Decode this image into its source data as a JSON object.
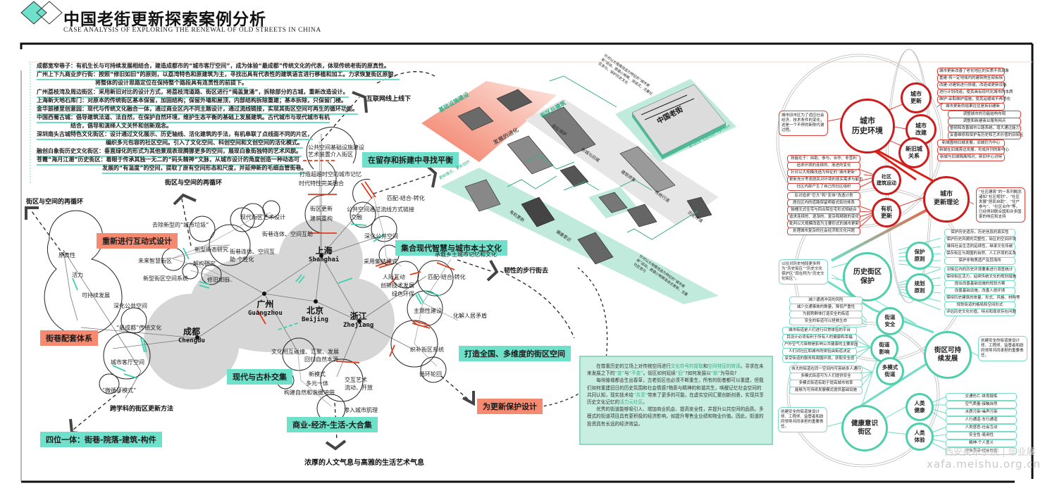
{
  "header": {
    "title": "中国老街更新探索案例分析",
    "subtitle": "CASE ANALYSIS OF EXPLORING THE RENEWAL OF OLD STREETS IN CHINA",
    "logo_icon": "double-diamond-icon"
  },
  "case_list": [
    "成都宽窄巷子：有机生长与可持续发展相结合，建造成都市的“城市客厅空间”，成为体验“最成都”传统文化的代表，体现传统老街的原真性。",
    "广州上下九商业步行街：按照“修旧如旧”的原则，以荔湾特色和原建筑为主，寻找出具有代表性的建筑语言进行移植和加工。力求恢复街区原貌，",
    "将整体的设计思路定位在保持整个路段具有连贯性的前提下。",
    "广州荔枝湾及周边街区：采用新旧对比的设计方式，将荔枝湾道路、街区进行“揭盖复涌”，拆除部分的古城，重新改造设计。",
    "上海新天地石库门：对原本的传统街区基本保留，加固结构；保留外墙和屋顶，内部结构拆除重建；基本拆除，只保留门楼。",
    "金华鼓楼里创意园：现代与传统文化融合一体，通过商业区内不同主题设计，通过流线链接，实现其街区空间可再生的循环功能。",
    "中国西蜀古城：倡导建筑法道、法自然，在保护自然环境，维护生态平衡的基础上发展建筑。古代城市与现代城市有机",
    "结合，倡导和演绎人文关怀和创新观念。",
    "深圳南头古城特色文化街区：设计通过文化展示、历史轴线、活化建筑的手法，有机串联了点线面不同的片区，",
    "编织多元包容的社区空间。引入了文化空间、科创空间和文创空间的活化模式。",
    "融创白象街历史文化街区：垂直绿化的形式为其他景观表现腾挪更多的空间，展现白象街独特的艺术风貌。",
    "苍霞“海月江潮”历史街区：着眼于传承其独一无二的“码头精神”文脉，从城市设计的角度创造一种动态可",
    "发展的“有温度”的空间，提取了原有空间形态和尺度，并延伸新的毛细血管街巷。"
  ],
  "cities": [
    {
      "zh": "上海",
      "en": "Shanghai"
    },
    {
      "zh": "广州",
      "en": "Guangzhou"
    },
    {
      "zh": "北京",
      "en": "Beijing"
    },
    {
      "zh": "浙江",
      "en": "Zhejiang"
    },
    {
      "zh": "成都",
      "en": "Chengdu"
    }
  ],
  "tags": {
    "interactive_design": "重新进行互动式设计",
    "street_system": "街巷配套体系",
    "four_in_one": "四位一体：街巷-院落-建筑-构件",
    "modern_ancient": "现代与古朴交集",
    "commerce": "商业-经济-生活-大合集",
    "balance": "在留存和拆建中寻找平衡",
    "wisdom": "集合现代智慧与城市本土文化",
    "nationwide": "打造全国、多维度的街区空间",
    "protect_design": "为更新保护设计"
  },
  "arrow_labels": {
    "recycle_top": "街区与空间的再循环",
    "recycle_left": "街区与空间的再循环",
    "online": "互联网线上线下",
    "interdisciplinary": "跨学科的街区更新方法",
    "resilient": "韧性的步行街去",
    "humanity": "浓厚的人文气息与高雅的生活艺术气息"
  },
  "bubble_labels": {
    "left_cluster": [
      "原真性",
      "活力",
      "可持续发展",
      "深化公共空间",
      "“最成都”传统文化",
      "城市客厅空间",
      "“微循环模式”"
    ],
    "interactive_cluster": [
      "去除新型的“城市垃圾”",
      "现代街区艺术设计",
      "街巷连体、空间互助",
      "新型街态研究",
      "街巷连体、空间互助 个性化",
      "未来智慧街区",
      "解构研究",
      "新型街区空间系统",
      "修旧如旧"
    ],
    "vertical_chain": [
      "公共空间基础设施建设",
      "艺术装置介入街区",
      "打造超越时空的城市记忆",
      "时代特性完美融合",
      "街区更新",
      "建筑重构",
      "公共空间通过流线方式链接",
      "交融",
      "匹配-结合-转化",
      "深化公共空间",
      "采用集结模式",
      "人际互动",
      "创新技术发展",
      "绿色环保"
    ],
    "right_chain": [
      "承载乡土城市记忆和文化",
      "匹配-结合-转化",
      "主题性建设",
      "化解人居矛盾",
      "织补街区系统",
      "循环轮回"
    ],
    "bottom_chain": [
      "文化相互碰撞、汇聚、发展",
      "回归自然本源",
      "新模式",
      "多元一体",
      "构建自然和谐缓冲带",
      "交互艺术",
      "流动、开放",
      "渗入城市肌理"
    ]
  },
  "isometric": {
    "infrastructure": "基础设施建设",
    "block_building": "街区与建筑",
    "development": "发展的进化",
    "block_protect": "街区保护",
    "new_old": "新城与旧城",
    "buildings": "建筑修复",
    "tradition": "传统行道",
    "history": "历史环境",
    "organic": "有机更新",
    "health": "健康意识",
    "renewal_method": "更新模式、更新目的",
    "book_title": "中国老街",
    "book_en": "Block Conservation",
    "note_top": "针对以大规模改造为特征的“城市更新”运动，提倡小规模、渐进式，注重社区参与，保护历史文化",
    "note_bottom": "针对以大规模改造为特征的“城市更新”运动，提倡小规模渐进式更新，注重社区参与"
  },
  "text_panel": {
    "p1_a": "在尊重历史的立场上对传统空间进行",
    "p1_hl1": "文化符号的提取",
    "p1_b": "和",
    "p1_hl2": "空间特征的转译",
    "p1_c": "。寻求在未来发展之下的",
    "p1_hl3": "“变”",
    "p1_d": "与",
    "p1_hl4": "“不变”",
    "p1_e": "。街区如何延续",
    "p1_hl5": "“旧”",
    "p1_f": "?如何发展以",
    "p1_hl6": "“新”",
    "p1_g": "为导向?",
    "p2_a": "每块陵墟都会生出春草，古老街区也必须不断重生，所有的街巷都可以重建，但我们如何重建旧日的历史氛围和社会情感?物质与精神的和谐共生，唤醒记忆社会空间的共同认知，现实技术给",
    "p2_hl1": "“共享”",
    "p2_b": "带来了更多的可能，在虚实空间汇聚创新创意，实现共享历史文化记忆的",
    "p2_hl2": "活力元社区",
    "p2_c": "。",
    "p3": "优秀的街道能够吸引人、增加商业机会、提高安全性，并提升公共空间的品质。多模式的街道项目具有更积极的经济影响，如提升零售业业绩和物业价值。因此，街道的投资具有长远的经济效益。"
  },
  "mindmap": {
    "red": {
      "main1": "城市\n历史环境",
      "main1_note": "城市旧市区为了适应社会经济、技术条件的变化，这是一个不停的新陈代谢过程。",
      "main2": "城市\n更新理论",
      "main2_note": "“社区建筑”的一系列概念诸如“社区规划”、“社区发展”居民自助”、“住户参与”、“社区合作”等，已经得到联合国和许多国家的响应和支持",
      "sub_renewal": "城市\n更新",
      "sub_renewal_items": [
        "城市更新改善了老化地区的实质不良现象",
        "重建-将一定地域内的建筑物全部拆除",
        "改建-对建筑进行修缮，改造或更新设备",
        "进行计划改造，使其具有现代化城市的本质",
        "维护-采取维护措施，使其延缓或不再恶化",
        "城市更新的结果往往是拆旧建新"
      ],
      "sub_rebuild": "城市\n改建",
      "sub_rebuild_items": [
        "调整城市的功能结构布局",
        "调整和新建商业服务网点",
        "整顿和改善城市公路系统，增大通过能力",
        "妥善维修和保护有历史和艺术价值的旧街区"
      ],
      "sub_newold": "新旧城\n关系",
      "sub_newold_items": [
        "新城围绕旧城发展，旧城仍为中心",
        "新城在旧城旁边发展，形成并列的新中心",
        "新城与旧城隔离相对，新旧中心对峙"
      ],
      "sub_community": "社区\n建筑运动",
      "sub_community_items": [
        "技能在于：自助、参与、合作、非营利",
        "追求环境的连续的、渐进的变化",
        "针对以大规模改造为特征的“城市更新”",
        "更新充分考虑居民对环境的现实需求与能力",
        "社区内部产生了自己的社区组织"
      ],
      "sub_organic": "有机\n更新",
      "sub_organic_items": [
        "反对追求“巨大”和“宏伟”改造计划",
        "居住区内的道路保留明巷式街坊体系",
        "独幢无式住宅与四合院住宅形式相结合",
        "追求连续的、逐渐的、复杂和精致的变化",
        "批判以大规模改造为主要形式的城市更新",
        "处理城市复杂的社会经济和文化问题"
      ]
    },
    "green": {
      "main1": "历史街区\n保护",
      "main1_note": "以往对历史地段更多称为“历史街区”“历史文化保护区”现在称为“历史文化街区”。",
      "main2": "街区可持\n续发展",
      "main2_note": "创建安全的街道是设计师、工程师、监管者和政府领导共同承担的重要责任。",
      "main3": "健康意识\n街区",
      "main3_note": "创建安全的街道是设计师、工程师、监管者和政府领导共同承担的重要责任。",
      "sub_principle": "保护\n原则",
      "sub_principle_items": [
        "保护历史遗存，历史信息的真实性",
        "保护历史风貌的完整性，街区的空间环境",
        "维持社会生活的延续性，继承文化传统",
        "保存街区与周围的自然、人工环境的关系",
        "保护非物质遗产及其场所"
      ],
      "sub_planning": "规划\n原则",
      "sub_planning_items": [
        "对街区内的历史环境要素进行调查统计",
        "保持街区活力，延续传统文化的规划措施",
        "提出改善基础设施的规划方案",
        "改善基础设施，改善人居环境",
        "保持历史建筑的体量、形式、风格、材料等",
        "规划街道的格局和空间形式",
        "评估历史文化价值、特点和现状存在问题"
      ],
      "sub_safety": "街道\n安全",
      "sub_safety_items": [
        "减少遭遇冲突的风险",
        "减少交通事故的数量，降低严重性",
        "为弱势群体打造安全的街道",
        "安全的街道可以拯救生命"
      ],
      "sub_impact": "街道\n影响",
      "sub_impact_items": [
        "城市街道是人们进行日常体验的平台",
        "其设计必须有利于所有人的健康和幸福",
        "户外空气污染物是影响公共健康的主要原因",
        "人们对社区和城市的体验由街道决定",
        "享受街道的服务和周围环境，获取安全感"
      ],
      "sub_multimodal": "多模式\n街道",
      "sub_multimodal_items": [
        "伟大的街道在同一空间内可容纳多人通行",
        "多模式街道可为人们提供安全",
        "多模式街道有助于提高城市效率",
        "能够为可持续发展模式提供基础设施"
      ],
      "sub_health": "人类\n健康",
      "sub_health_items": [
        "交通伤亡-体育锻炼",
        "空气质量-接触自然",
        "水质污染-噪声污染",
        "人行通道-车行通道"
      ],
      "sub_experience": "人类\n体验",
      "sub_experience_items": [
        "人类感官-社会互动",
        "安全性-易用性",
        "精神-个人意义",
        "社会互动-社会包容"
      ]
    }
  },
  "watermark": {
    "school": "西安美术学院 | 毕业展",
    "url": "xafa.meishu.org.cn"
  },
  "colors": {
    "accent_green": "#6fe0c9",
    "accent_red": "#f58a70",
    "mind_red": "#cc1c1c",
    "mind_green": "#4fcfab",
    "region_gray": "#d6d6d6"
  }
}
